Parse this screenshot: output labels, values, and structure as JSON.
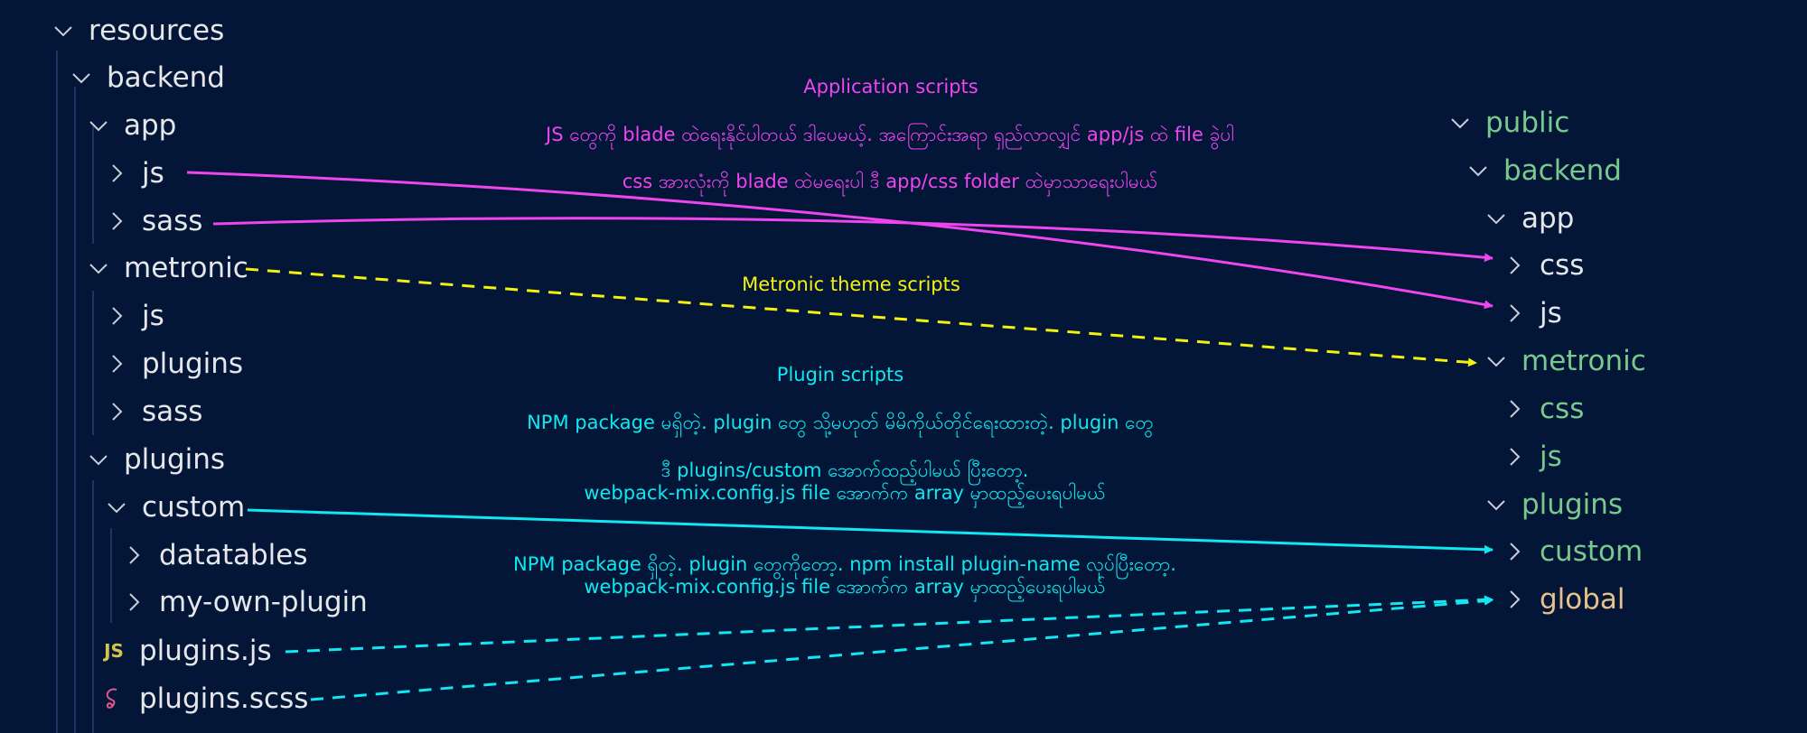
{
  "left_tree": {
    "resources": "resources",
    "backend": "backend",
    "app": "app",
    "app_js": "js",
    "app_sass": "sass",
    "metronic": "metronic",
    "metronic_js": "js",
    "metronic_plugins": "plugins",
    "metronic_sass": "sass",
    "plugins": "plugins",
    "custom": "custom",
    "datatables": "datatables",
    "my_own_plugin": "my-own-plugin",
    "plugins_js": "plugins.js",
    "plugins_scss": "plugins.scss",
    "js_icon_text": "JS"
  },
  "right_tree": {
    "public": "public",
    "backend": "backend",
    "app": "app",
    "app_css": "css",
    "app_js": "js",
    "metronic": "metronic",
    "metronic_css": "css",
    "metronic_js": "js",
    "plugins": "plugins",
    "custom": "custom",
    "global": "global"
  },
  "annotations": {
    "application_title": "Application scripts",
    "application_js_note": "JS တွေကို blade ထဲရေးနိုင်ပါတယ် ဒါပေမယ့်. အကြောင်းအရာ ရှည်လာလျှင် app/js ထဲ file ခွဲပါ",
    "application_css_note": "css အားလုံးကို blade ထဲမရေးပါ ဒီ app/css folder ထဲမှာသာရေးပါမယ်",
    "metronic_title": "Metronic theme scripts",
    "plugin_title": "Plugin scripts",
    "plugin_note_1": "NPM package မရှိတဲ့. plugin တွေ သို့မဟုတ် မိမိကိုယ်တိုင်ရေးထားတဲ့. plugin တွေ",
    "plugin_note_2": "ဒီ plugins/custom အောက်ထည့်ပါမယ် ပြီးတော့.",
    "plugin_note_3": "webpack-mix.config.js file အောက်က array မှာထည့်ပေးရပါမယ်",
    "npm_note_1": "NPM package ရှိတဲ့. plugin တွေကိုတော့. npm install plugin-name လုပ်ပြီးတော့.",
    "npm_note_2": "webpack-mix.config.js file အောက်က array မှာထည့်ပေးရပါမယ်"
  },
  "colors": {
    "background": "#031638",
    "application_arrow": "#ee45ee",
    "metronic_arrow": "#f4f10f",
    "plugin_arrow": "#10e7f0",
    "public_folder_text": "#79c98d",
    "global_folder_text": "#e6c18a",
    "tree_text": "#e6e7ea"
  },
  "icons": {
    "expanded": "chevron-down-icon",
    "collapsed": "chevron-right-icon",
    "js_file": "js-file-icon",
    "sass_file": "sass-file-icon"
  }
}
